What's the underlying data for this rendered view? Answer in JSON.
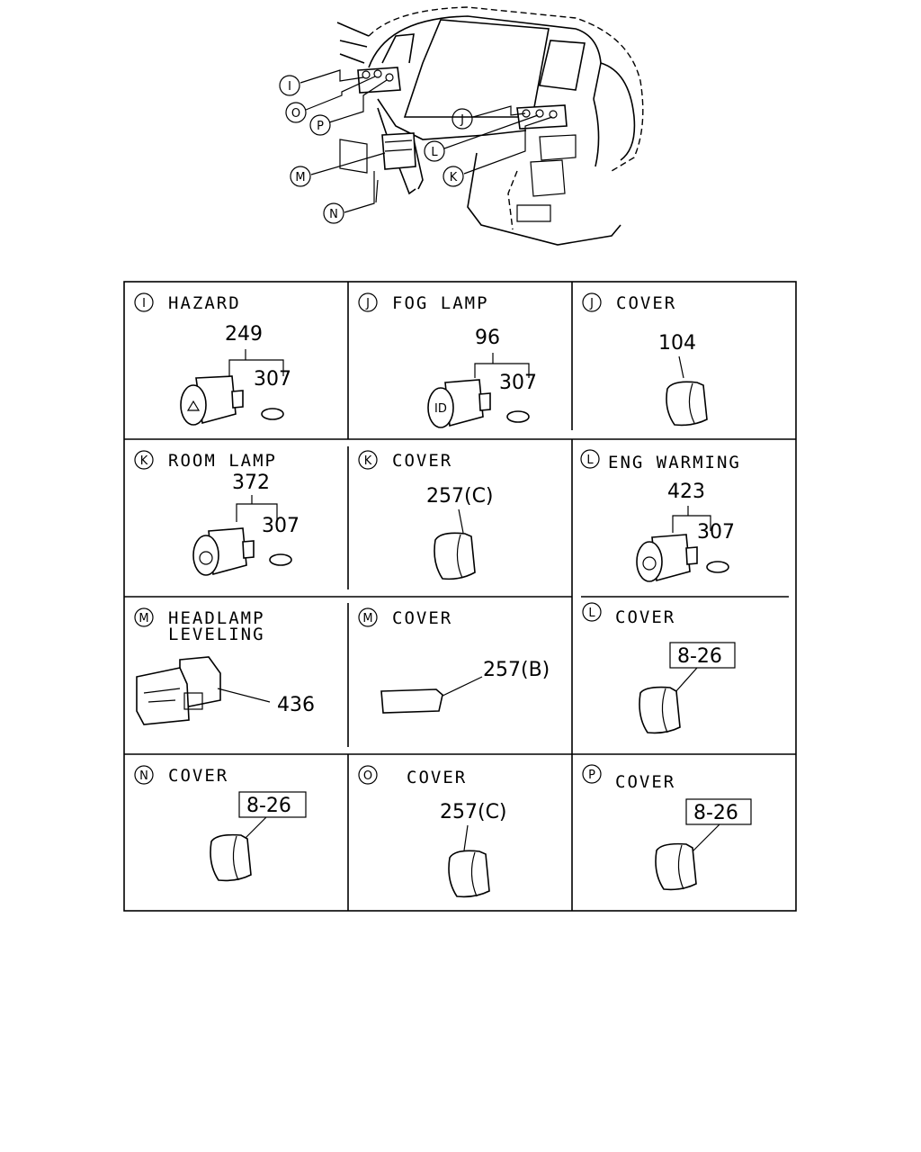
{
  "overview": {
    "callouts": [
      "I",
      "O",
      "P",
      "J",
      "L",
      "K",
      "M",
      "N"
    ]
  },
  "cells": [
    {
      "letter": "I",
      "title": "HAZARD",
      "title2": "",
      "part": "249",
      "sub": "307"
    },
    {
      "letter": "J",
      "title": "FOG LAMP",
      "title2": "",
      "part": "96",
      "sub": "307"
    },
    {
      "letter": "J",
      "title": "COVER",
      "title2": "",
      "part": "104"
    },
    {
      "letter": "K",
      "title": "ROOM LAMP",
      "title2": "",
      "part": "372",
      "sub": "307"
    },
    {
      "letter": "K",
      "title": "COVER",
      "title2": "",
      "part": "257(C)"
    },
    {
      "letter": "L",
      "title": "ENG WARMING",
      "title2": "",
      "part": "423",
      "sub": "307"
    },
    {
      "letter": "M",
      "title": "HEADLAMP",
      "title2": "LEVELING",
      "part": "436"
    },
    {
      "letter": "M",
      "title": "COVER",
      "title2": "",
      "part": "257(B)"
    },
    {
      "letter": "L",
      "title": "COVER",
      "title2": "",
      "ref": "8-26"
    },
    {
      "letter": "N",
      "title": "COVER",
      "title2": "",
      "ref": "8-26"
    },
    {
      "letter": "O",
      "title": "COVER",
      "title2": "",
      "part": "257(C)"
    },
    {
      "letter": "P",
      "title": "COVER",
      "title2": "",
      "ref": "8-26"
    }
  ]
}
